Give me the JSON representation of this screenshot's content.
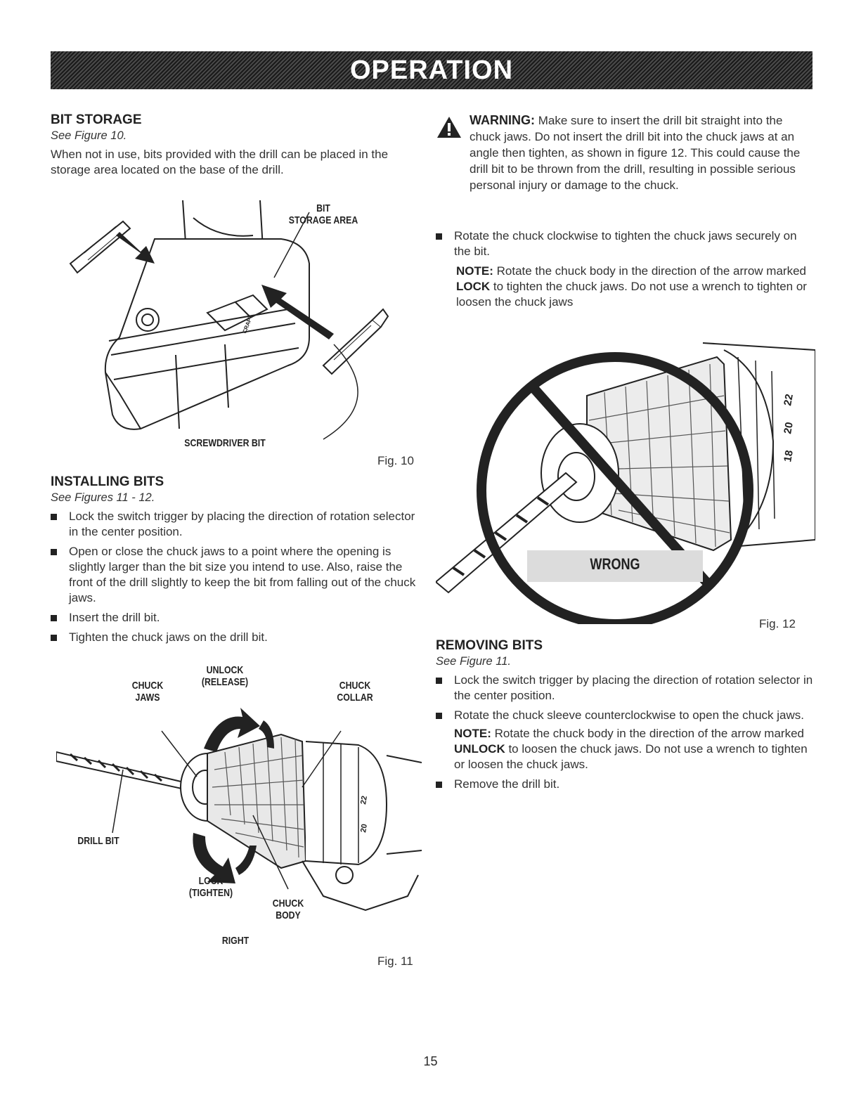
{
  "banner": {
    "title": "OPERATION"
  },
  "bit_storage": {
    "heading": "BIT STORAGE",
    "see": "See Figure 10.",
    "text": "When not in use, bits provided with the drill can be placed in the storage area located on the base of the drill."
  },
  "fig10": {
    "label": "Fig. 10",
    "callout_area_1": "BIT",
    "callout_area_2": "STORAGE AREA",
    "callout_screwdriver": "SCREWDRIVER BIT",
    "brand_mark": "CRAFT"
  },
  "installing": {
    "heading": "INSTALLING BITS",
    "see": "See Figures 11 - 12.",
    "bullets": [
      "Lock the switch trigger by placing the direction of rotation selector in the center position.",
      "Open or close the chuck jaws to a point where the opening is slightly larger than the bit size you intend to use. Also, raise the front of the drill slightly to keep the bit from falling out of the chuck jaws.",
      "Insert the drill bit.",
      "Tighten the chuck jaws on the drill bit."
    ]
  },
  "fig11": {
    "label": "Fig. 11",
    "chuck_jaws_1": "CHUCK",
    "chuck_jaws_2": "JAWS",
    "unlock_1": "UNLOCK",
    "unlock_2": "(RELEASE)",
    "chuck_collar_1": "CHUCK",
    "chuck_collar_2": "COLLAR",
    "drill_bit": "DRILL BIT",
    "lock_1": "LOCK",
    "lock_2": "(TIGHTEN)",
    "chuck_body_1": "CHUCK",
    "chuck_body_2": "BODY",
    "right": "RIGHT"
  },
  "warning": {
    "label": "WARNING:",
    "text": "Make sure to insert the drill bit straight into the chuck jaws. Do not insert the drill bit into the chuck jaws at an angle then tighten, as shown in figure 12. This could cause the drill bit to be thrown from the drill, resulting in possible serious personal injury or damage to the chuck."
  },
  "rotate": {
    "bullet": "Rotate the chuck clockwise to tighten the chuck jaws securely on the bit.",
    "note_label": "NOTE:",
    "note_a": "Rotate the chuck body in the direction of the arrow marked",
    "note_key": "LOCK",
    "note_b": "to tighten the chuck jaws. Do not use a wrench to tighten or loosen the chuck jaws"
  },
  "fig12": {
    "label": "Fig. 12",
    "wrong": "WRONG",
    "dial_numbers": [
      "20",
      "22",
      "18"
    ]
  },
  "removing": {
    "heading": "REMOVING BITS",
    "see": "See Figure 11.",
    "bullet1": "Lock the switch trigger by placing the direction of rotation selector in the center position.",
    "bullet2": "Rotate the chuck sleeve counterclockwise to open the chuck jaws.",
    "note_label": "NOTE:",
    "note_a": "Rotate the chuck body in the direction of the arrow marked",
    "note_key": "UNLOCK",
    "note_b": "to loosen the chuck jaws. Do not use a wrench to tighten or loosen the chuck jaws.",
    "bullet3": "Remove the drill bit."
  },
  "page_number": "15"
}
